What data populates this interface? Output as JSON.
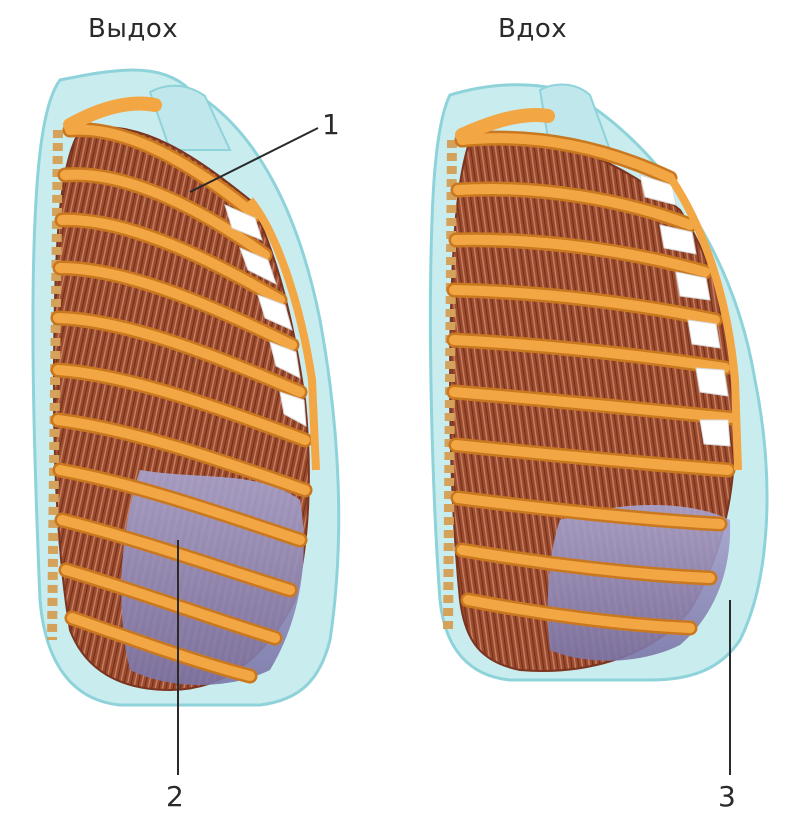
{
  "diagram": {
    "left_title": "Выдох",
    "right_title": "Вдох",
    "callouts": [
      "1",
      "2",
      "3"
    ]
  },
  "colors": {
    "pleura": "#c9ecef",
    "pleura_edge": "#8fd3da",
    "rib": "#f2a644",
    "rib_edge": "#c9781f",
    "muscle": "#9b4a2e",
    "muscle_dark": "#7a341f",
    "diaphragm": "#8b87b8",
    "leader_line": "#2a2a2a"
  }
}
